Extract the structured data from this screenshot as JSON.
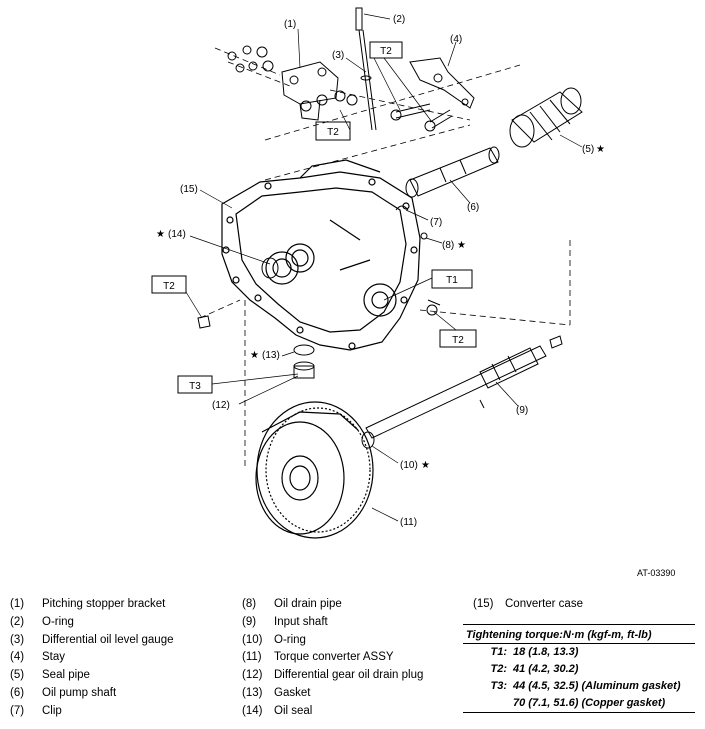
{
  "figure_id": "AT-03390",
  "callouts": {
    "n1": "(1)",
    "n2": "(2)",
    "n3": "(3)",
    "n4": "(4)",
    "n5": "(5)",
    "n6": "(6)",
    "n7": "(7)",
    "n8": "(8)",
    "n9": "(9)",
    "n10": "(10)",
    "n11": "(11)",
    "n12": "(12)",
    "n13": "(13)",
    "n14": "(14)",
    "n15": "(15)",
    "star": "★"
  },
  "torque_boxes": {
    "T1": "T1",
    "T2": "T2",
    "T3": "T3"
  },
  "legend": [
    {
      "num": "(1)",
      "label": "Pitching stopper bracket"
    },
    {
      "num": "(2)",
      "label": "O-ring"
    },
    {
      "num": "(3)",
      "label": "Differential oil level gauge"
    },
    {
      "num": "(4)",
      "label": "Stay"
    },
    {
      "num": "(5)",
      "label": "Seal pipe"
    },
    {
      "num": "(6)",
      "label": "Oil pump shaft"
    },
    {
      "num": "(7)",
      "label": "Clip"
    },
    {
      "num": "(8)",
      "label": "Oil drain pipe"
    },
    {
      "num": "(9)",
      "label": "Input shaft"
    },
    {
      "num": "(10)",
      "label": "O-ring"
    },
    {
      "num": "(11)",
      "label": "Torque converter ASSY"
    },
    {
      "num": "(12)",
      "label": "Differential gear oil drain plug"
    },
    {
      "num": "(13)",
      "label": "Gasket"
    },
    {
      "num": "(14)",
      "label": "Oil seal"
    },
    {
      "num": "(15)",
      "label": "Converter case"
    }
  ],
  "torque": {
    "title": "Tightening torque:N·m (kgf-m, ft-lb)",
    "rows": [
      {
        "code": "T1:",
        "value": "18 (1.8, 13.3)"
      },
      {
        "code": "T2:",
        "value": "41 (4.2, 30.2)"
      },
      {
        "code": "T3:",
        "value": "44 (4.5, 32.5) (Aluminum gasket)"
      },
      {
        "code": "",
        "value": "70 (7.1, 51.6) (Copper gasket)"
      }
    ]
  }
}
